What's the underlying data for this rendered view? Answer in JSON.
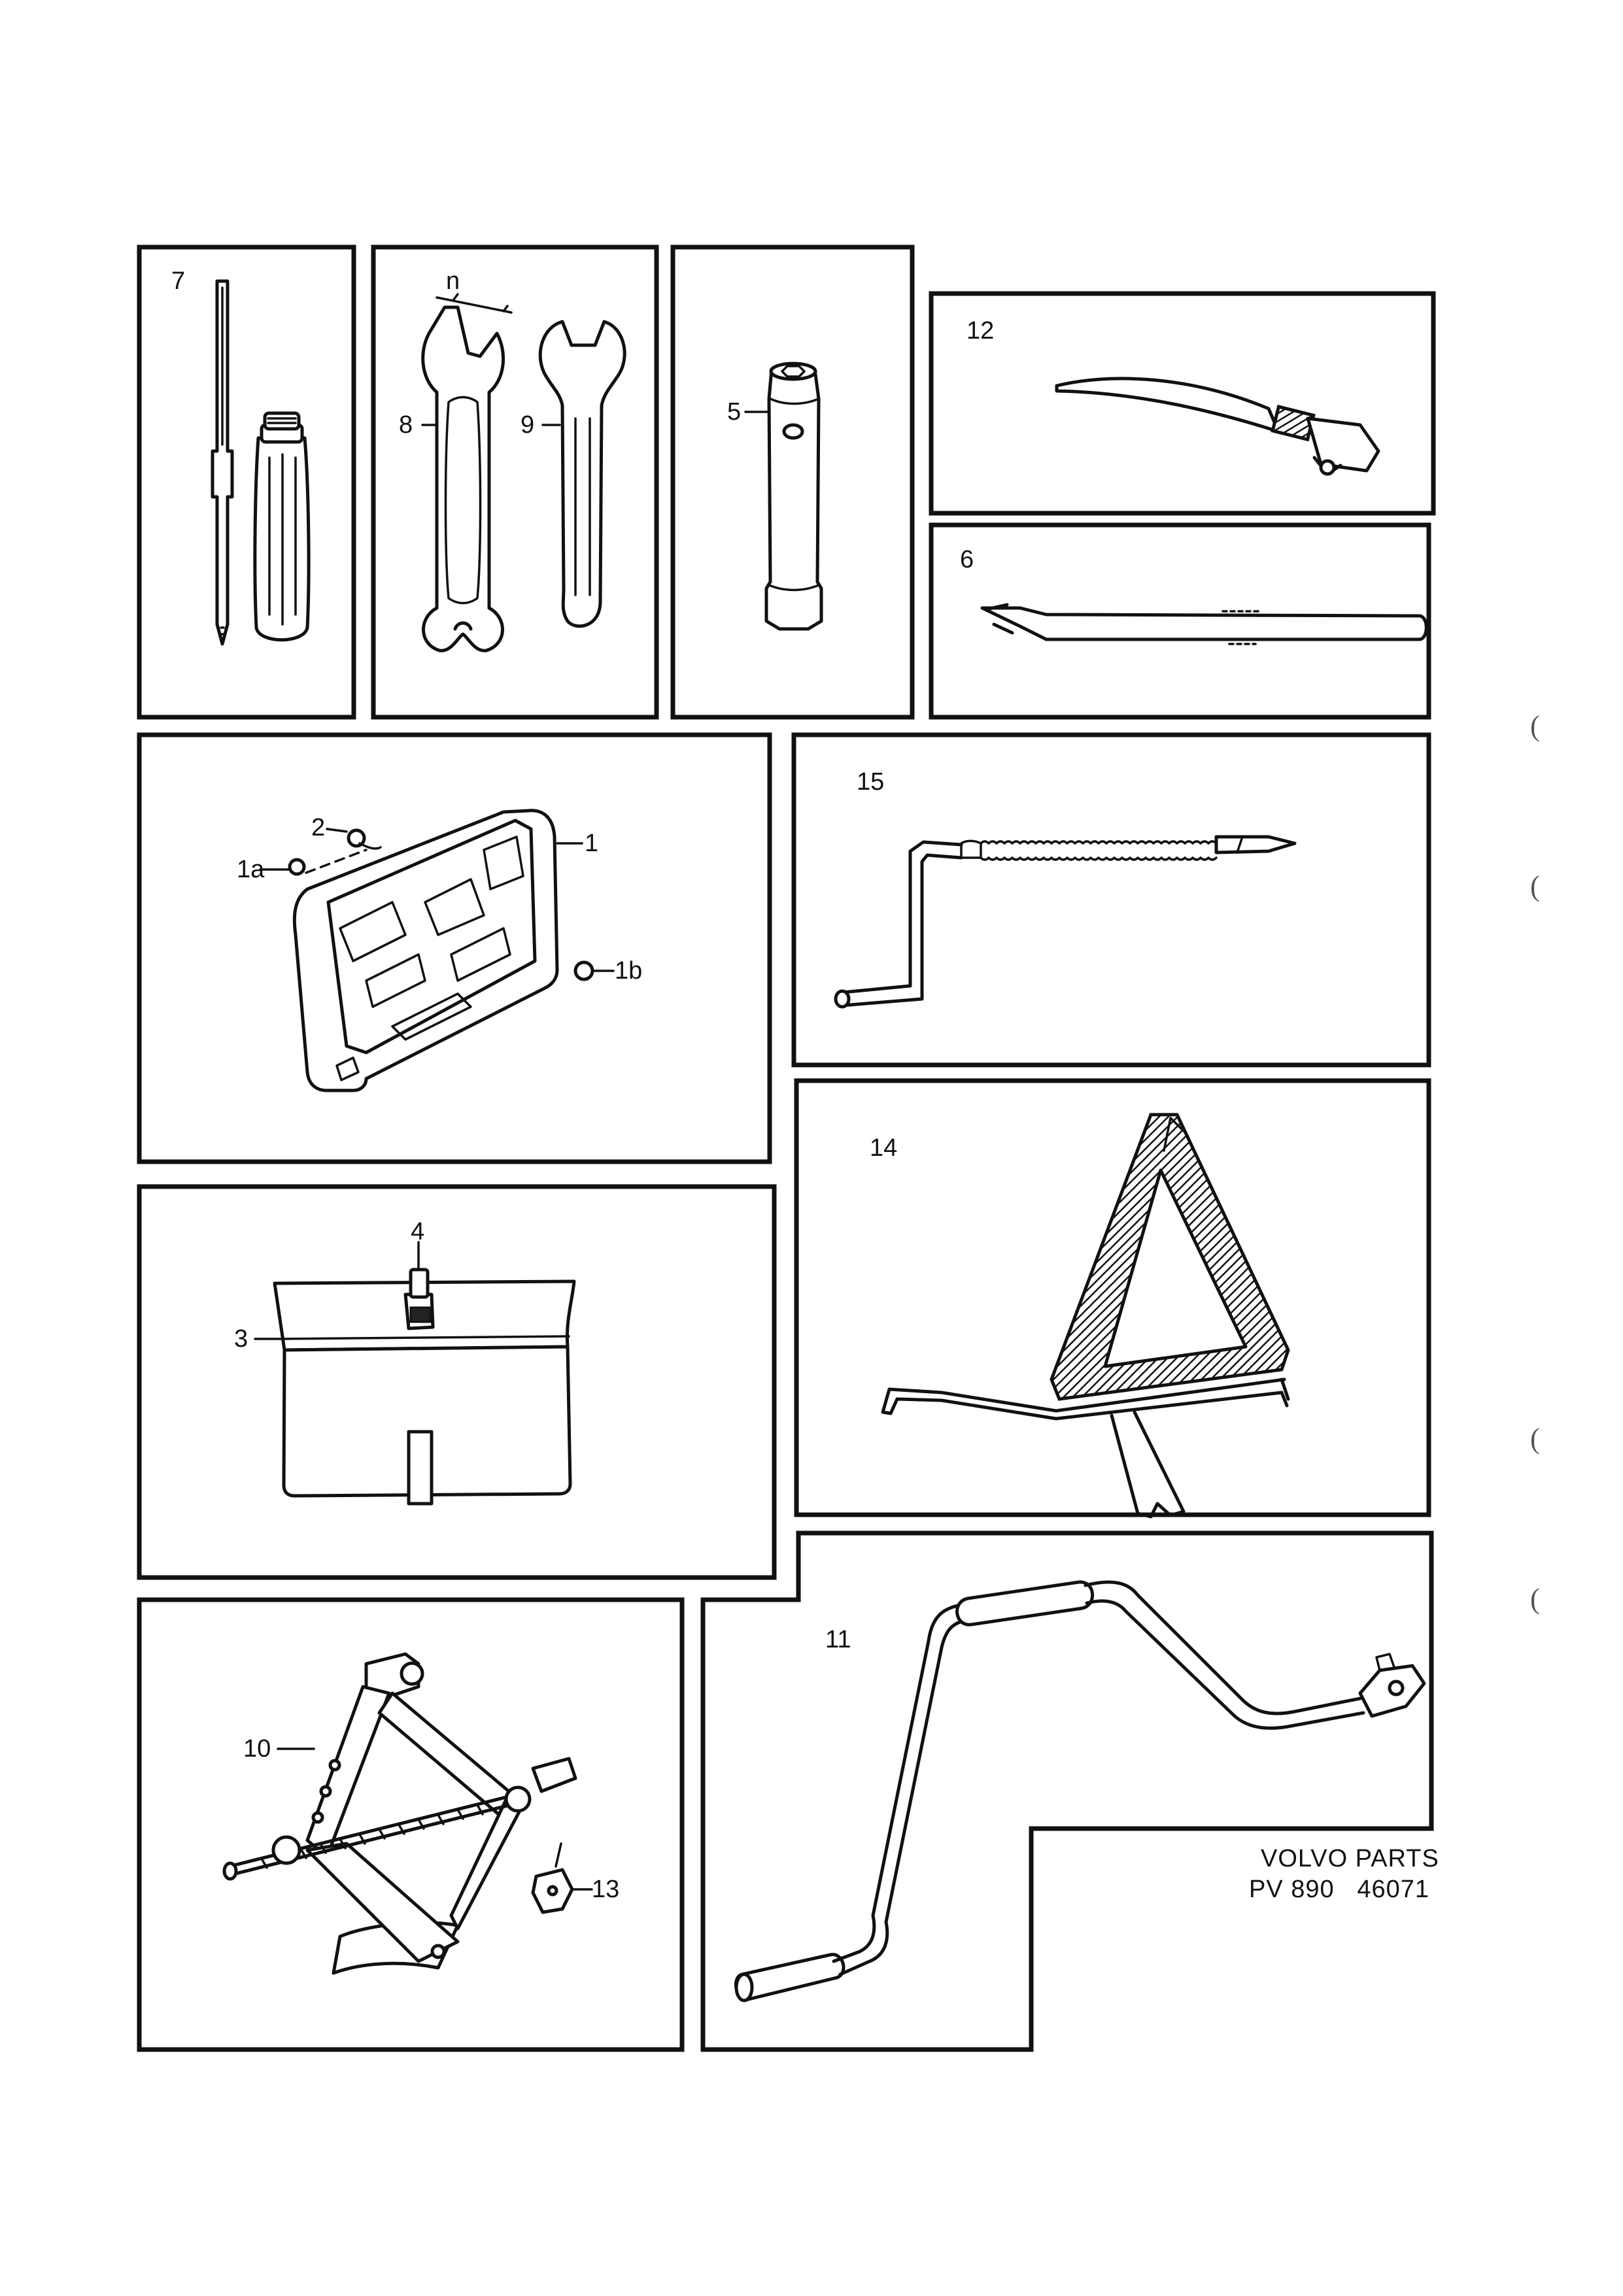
{
  "callouts": {
    "c7": "7",
    "cn": "n",
    "c8": "8",
    "c9": "9",
    "c5": "5",
    "c12": "12",
    "c6": "6",
    "c15": "15",
    "c1": "1",
    "c1a": "1a",
    "c1b": "1b",
    "c2": "2",
    "c4": "4",
    "c3": "3",
    "c14": "14",
    "c11": "11",
    "c10": "10",
    "c13": "13"
  },
  "reference": {
    "line1": "VOLVO PARTS",
    "line2": "PV 890   46071"
  },
  "margin_marks": [
    "(",
    "(",
    "(",
    "("
  ]
}
